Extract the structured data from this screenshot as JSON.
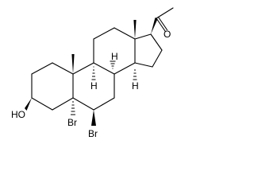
{
  "molecule": {
    "atom_labels": {
      "hydroxyl": "HO",
      "oxygen_ketone": "O",
      "h_8": "H",
      "h_9": "H",
      "h_14": "H",
      "bromine_5": "Br",
      "bromine_6": "Br"
    },
    "colors": {
      "bond": "#000000",
      "background": "#ffffff"
    }
  }
}
